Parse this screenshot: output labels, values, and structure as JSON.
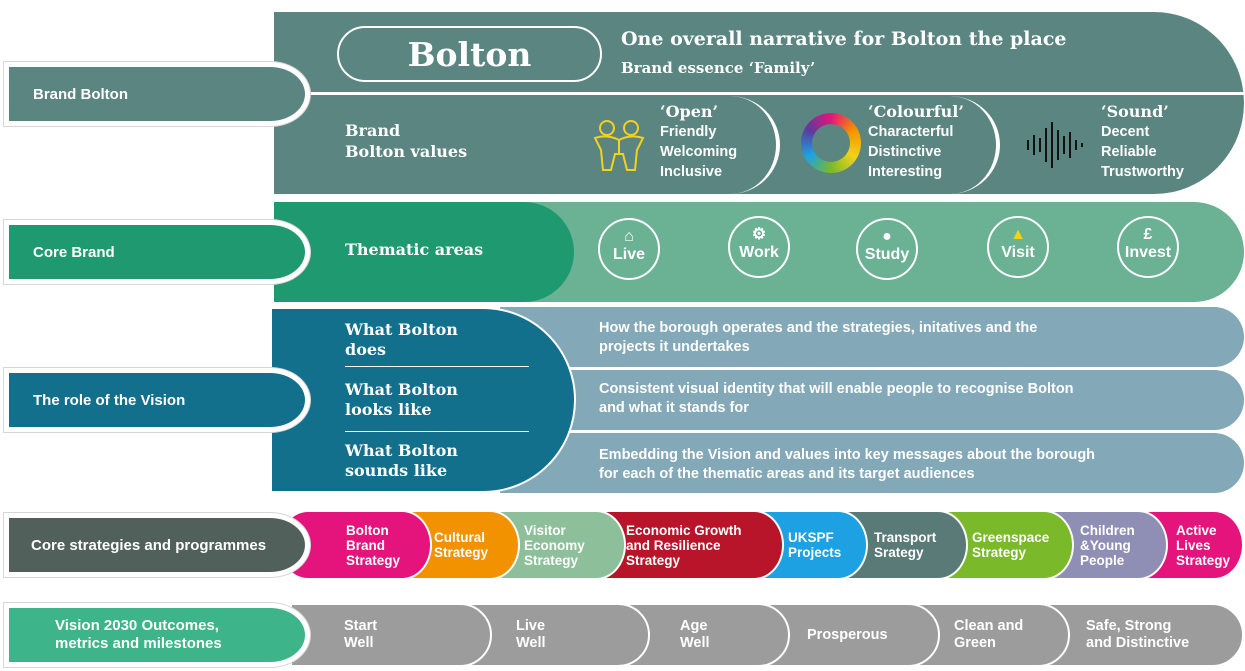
{
  "labels": {
    "brand_bolton": "Brand Bolton",
    "core_brand": "Core Brand",
    "role_vision": "The role of the Vision",
    "core_strategies": "Core strategies and programmes",
    "vision_2030": "Vision 2030 Outcomes,\nmetrics and milestones"
  },
  "brand": {
    "logo_text": "Bolton",
    "narrative": "One overall narrative for Bolton the place",
    "essence": "Brand essence ‘Family’",
    "values_title": "Brand\nBolton values",
    "values": [
      {
        "head": "‘Open’",
        "lines": [
          "Friendly",
          "Welcoming",
          "Inclusive"
        ],
        "icon": "people-icon"
      },
      {
        "head": "‘Colourful’",
        "lines": [
          "Characterful",
          "Distinctive",
          "Interesting"
        ],
        "icon": "colour-ring-icon"
      },
      {
        "head": "‘Sound’",
        "lines": [
          "Decent",
          "Reliable",
          "Trustworthy"
        ],
        "icon": "soundwave-icon"
      }
    ]
  },
  "core": {
    "thematic_title": "Thematic areas",
    "areas": [
      {
        "label": "Live",
        "icon": "house-icon"
      },
      {
        "label": "Work",
        "icon": "gear-icon"
      },
      {
        "label": "Study",
        "icon": "person-icon"
      },
      {
        "label": "Visit",
        "icon": "house-yellow-icon"
      },
      {
        "label": "Invest",
        "icon": "pound-icon"
      }
    ]
  },
  "vision": {
    "items": [
      {
        "title": "What Bolton\ndoes",
        "text": "How the borough operates and the strategies, initatives and the\nprojects it undertakes"
      },
      {
        "title": "What Bolton\nlooks like",
        "text": "Consistent visual identity that will enable people to recognise Bolton\nand what it stands for"
      },
      {
        "title": "What Bolton\nsounds like",
        "text": "Embedding the Vision and values into key messages about the borough\nfor each of the thematic areas and its target audiences"
      }
    ]
  },
  "strategies": [
    {
      "label": "Bolton\nBrand\nStrategy",
      "color": "#e5147d"
    },
    {
      "label": "Cultural\nStrategy",
      "color": "#f39200"
    },
    {
      "label": "Visitor\nEconomy\nStrategy",
      "color": "#8cbf9a"
    },
    {
      "label": "Economic Growth\nand Resilience\nStrategy",
      "color": "#b8152a"
    },
    {
      "label": "UKSPF\nProjects",
      "color": "#1da1e2"
    },
    {
      "label": "Transport\nSrategy",
      "color": "#5a7a78"
    },
    {
      "label": "Greenspace\nStrategy",
      "color": "#7ab929"
    },
    {
      "label": "Children\n&Young\nPeople",
      "color": "#8f8eb5"
    },
    {
      "label": "Active\nLives\nStrategy",
      "color": "#e5147d"
    }
  ],
  "outcomes": [
    "Start\nWell",
    "Live\nWell",
    "Age\nWell",
    "Prosperous",
    "Clean and\nGreen",
    "Safe, Strong\nand Distinctive"
  ],
  "colors": {
    "brand_row": "#5b8580",
    "core_green": "#1f9a70",
    "core_light": "#6bb194",
    "vision_teal": "#12708c",
    "vision_light": "#83a8b8",
    "strategies_label": "#52605c",
    "outcome_label": "#3db48a",
    "outcome_grey": "#9c9c9c"
  }
}
